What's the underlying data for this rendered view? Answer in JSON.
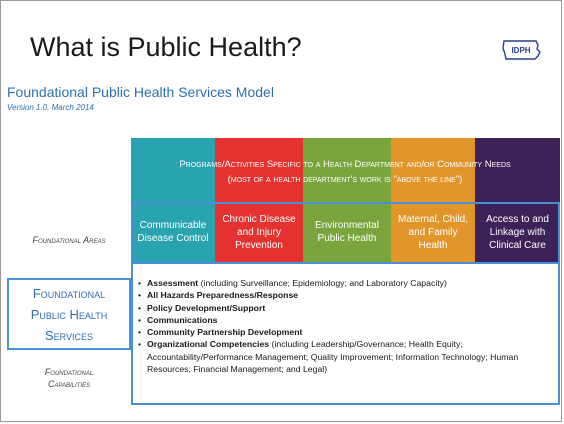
{
  "slide": {
    "title": "What is Public Health?",
    "logo_text": "IDPH",
    "subtitle": "Foundational Public Health Services Model",
    "version": "Version 1.0, March 2014"
  },
  "band": {
    "line1": "Programs/Activities Specific to a Health Department and/or Community Needs",
    "line2": "(most of a health department's work is \"above the line\")"
  },
  "areas": [
    {
      "label": "Communicable Disease Control",
      "color": "#2aa3b0"
    },
    {
      "label": "Chronic Disease and Injury Prevention",
      "color": "#e5312f"
    },
    {
      "label": "Environmental Public Health",
      "color": "#7aa43d"
    },
    {
      "label": "Maternal, Child, and Family Health",
      "color": "#e2962a"
    },
    {
      "label": "Access to and Linkage with Clinical Care",
      "color": "#3b2357"
    }
  ],
  "left_labels": {
    "areas": "Foundational Areas",
    "fps_line1": "Foundational",
    "fps_line2": "Public Health",
    "fps_line3": "Services",
    "capabilities_line1": "Foundational",
    "capabilities_line2": "Capabilities"
  },
  "capabilities": [
    {
      "bold": "Assessment",
      "rest": " (including Surveillance; Epidemiology; and Laboratory Capacity)"
    },
    {
      "bold": "All Hazards Preparedness/Response",
      "rest": ""
    },
    {
      "bold": "Policy Development/Support",
      "rest": ""
    },
    {
      "bold": "Communications",
      "rest": ""
    },
    {
      "bold": "Community Partnership Development",
      "rest": ""
    },
    {
      "bold": "Organizational Competencies",
      "rest": " (including Leadership/Governance; Health Equity; Accountability/Performance Management; Quality Improvement; Information Technology; Human Resources; Financial Management; and Legal)"
    }
  ],
  "colors": {
    "accent_blue": "#2d6fb0",
    "outline_blue": "#4a90d9"
  }
}
